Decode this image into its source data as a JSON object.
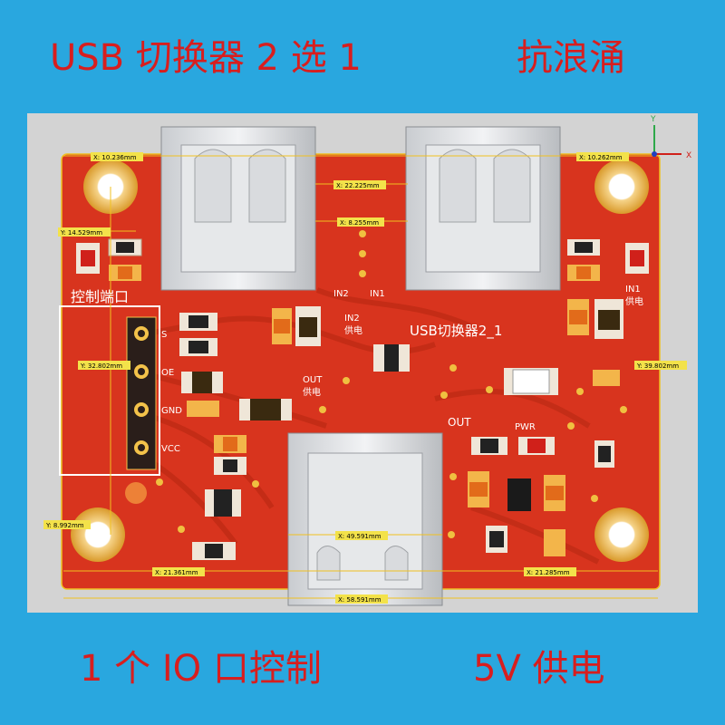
{
  "banner_top": {
    "left": "USB 切换器 2 选 1",
    "right": "抗浪涌"
  },
  "banner_bottom": {
    "left": "1 个 IO 口控制",
    "right": "5V 供电"
  },
  "board": {
    "title": "USB切换器2_1",
    "control_port": "控制端口",
    "pins": [
      "S",
      "OE",
      "GND",
      "VCC"
    ],
    "in1": "IN1",
    "in2": "IN2",
    "in1_power": [
      "IN1",
      "供电"
    ],
    "in2_power": [
      "IN2",
      "供电"
    ],
    "out_power": [
      "OUT",
      "供电"
    ],
    "out": "OUT",
    "pwr": "PWR"
  },
  "dimensions": {
    "d1": "X: 10.236mm",
    "d2": "X: 10.262mm",
    "d3": "X: 22.225mm",
    "d4": "X: 8.255mm",
    "d5": "Y: 14.529mm",
    "d6": "Y: 32.802mm",
    "d7": "Y: 39.802mm",
    "d8": "Y: 8.992mm",
    "d9": "X: 49.591mm",
    "d10": "X: 21.361mm",
    "d11": "X: 21.285mm",
    "d12": "X: 58.591mm"
  },
  "axes": {
    "x": "X",
    "y": "Y"
  },
  "colors": {
    "banner_bg": "#29a7df",
    "banner_text": "#d81e1e",
    "pcb": "#d8341e",
    "pad_gold": "#e0a63a",
    "cad_bg": "#d3d3d3"
  }
}
